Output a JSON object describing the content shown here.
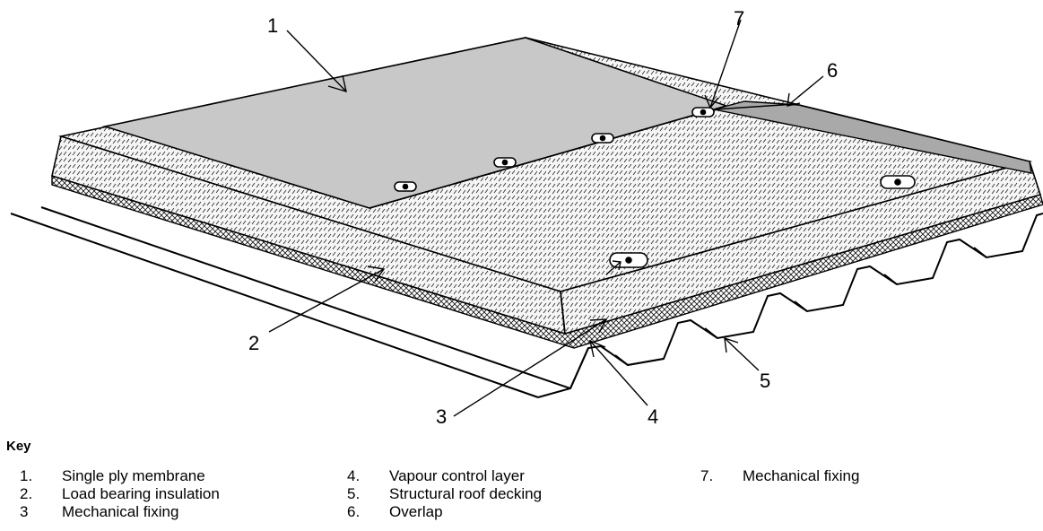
{
  "callouts": {
    "c1": "1",
    "c2": "2",
    "c3": "3",
    "c4": "4",
    "c5": "5",
    "c6": "6",
    "c7": "7"
  },
  "key": {
    "title": "Key",
    "items": [
      {
        "num": "1.",
        "label": "Single ply membrane"
      },
      {
        "num": "2.",
        "label": "Load bearing insulation"
      },
      {
        "num": "3",
        "label": "Mechanical fixing"
      },
      {
        "num": "4.",
        "label": "Vapour control layer"
      },
      {
        "num": "5.",
        "label": "Structural roof decking"
      },
      {
        "num": "6.",
        "label": "Overlap"
      },
      {
        "num": "7.",
        "label": "Mechanical fixing"
      }
    ]
  },
  "colors": {
    "membrane": "#c8c8c8",
    "membrane_overlap": "#a9a9a9",
    "insulation": "#f2f2f2",
    "line": "#000000"
  }
}
